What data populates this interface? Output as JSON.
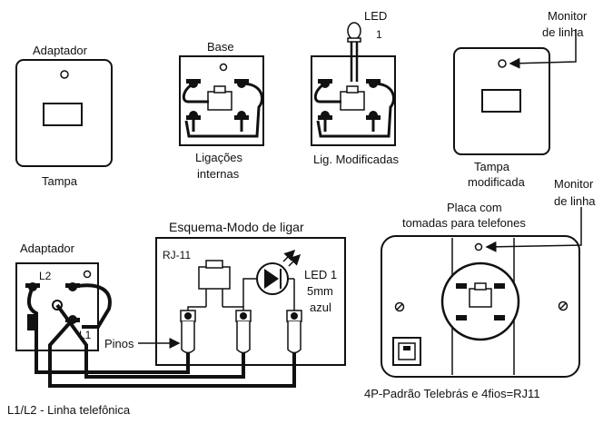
{
  "labels": {
    "adaptador_top": "Adaptador",
    "tampa": "Tampa",
    "base": "Base",
    "ligacoes_1": "Ligações",
    "ligacoes_2": "internas",
    "led_top": "LED",
    "led_top_num": "1",
    "lig_modificadas": "Lig. Modificadas",
    "monitor_top_1": "Monitor",
    "monitor_top_2": "de linha",
    "tampa_mod_1": "Tampa",
    "tampa_mod_2": "modificada",
    "monitor_bot_1": "Monitor",
    "monitor_bot_2": "de linha",
    "placa_1": "Placa com",
    "placa_2": "tomadas para telefones",
    "adaptador_bottom": "Adaptador",
    "l2": "L2",
    "l1": "L1",
    "esquema": "Esquema-Modo de ligar",
    "rj11": "RJ-11",
    "led_schem_1": "LED 1",
    "led_schem_2": "5mm",
    "led_schem_3": "azul",
    "pinos": "Pinos",
    "linha": "L1/L2 - Linha telefônica",
    "padrao": "4P-Padrão Telebrás e 4fios=RJ11"
  }
}
